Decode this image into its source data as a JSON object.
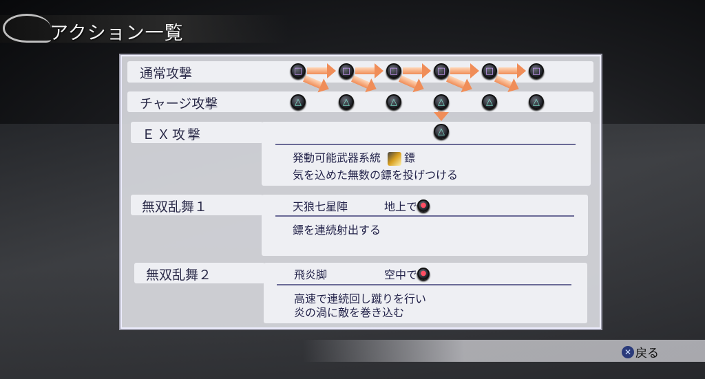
{
  "title": "アクション一覧",
  "rows": {
    "normal": {
      "label": "通常攻撃",
      "buttons": [
        "square",
        "square",
        "square",
        "square",
        "square",
        "square"
      ]
    },
    "charge": {
      "label": "チャージ攻撃",
      "buttons": [
        "triangle",
        "triangle",
        "triangle",
        "triangle",
        "triangle",
        "triangle"
      ]
    },
    "ex": {
      "label": "ＥＸ攻撃",
      "button": "triangle",
      "weapon_label": "発動可能武器系統",
      "weapon_type": "鏢",
      "weapon_icon": "dart-weapon-icon",
      "description": "気を込めた無数の鏢を投げつける"
    },
    "musou1": {
      "label": "無双乱舞１",
      "name": "天狼七星陣",
      "condition": "地上で",
      "button": "circle",
      "description": "鏢を連続射出する"
    },
    "musou2": {
      "label": "無双乱舞２",
      "name": "飛炎脚",
      "condition": "空中で",
      "button": "circle",
      "description_line1": "高速で連続回し蹴りを行い",
      "description_line2": "炎の渦に敵を巻き込む"
    }
  },
  "footer": {
    "back_button": "cross",
    "back_label": "戻る"
  },
  "colors": {
    "arrow": "#f08d58",
    "text": "#23234a",
    "square": "#c89bf5",
    "triangle": "#7fe6cf",
    "circle": "#ff4e63"
  }
}
